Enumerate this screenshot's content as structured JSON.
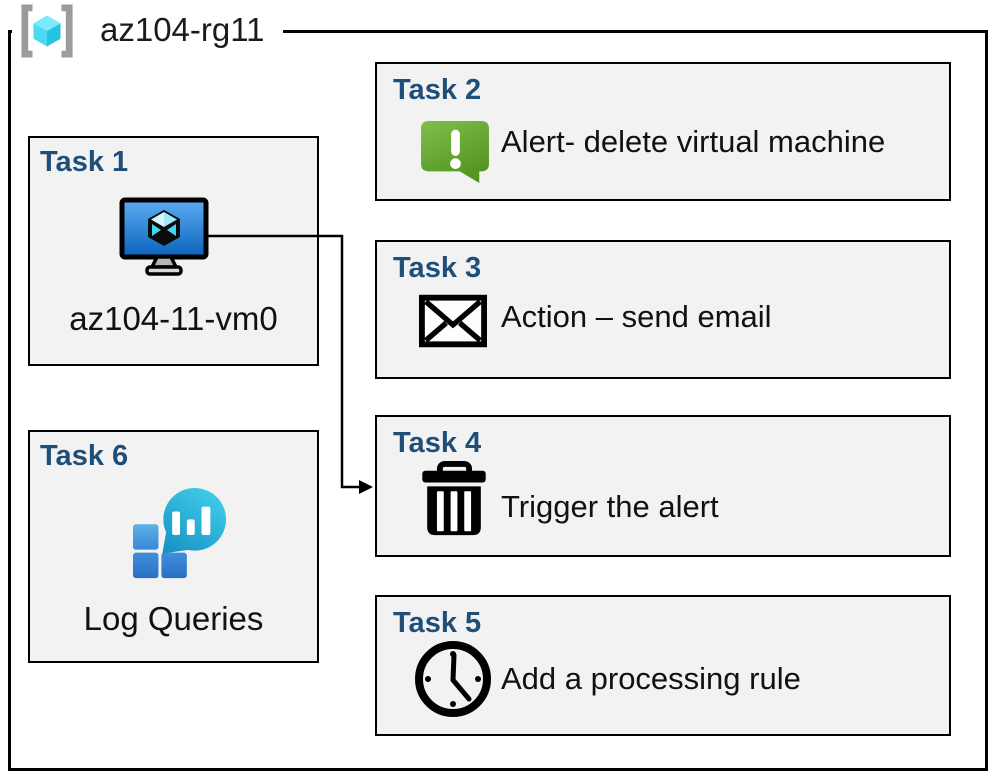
{
  "title": "az104-rg11",
  "tasks": [
    {
      "header": "Task 1",
      "label": "az104-11-vm0",
      "icon": "virtual-machine-icon"
    },
    {
      "header": "Task 2",
      "label": "Alert- delete virtual machine",
      "icon": "alert-message-icon"
    },
    {
      "header": "Task 3",
      "label": "Action – send email",
      "icon": "email-envelope-icon"
    },
    {
      "header": "Task 4",
      "label": "Trigger the alert",
      "icon": "trash-icon"
    },
    {
      "header": "Task 5",
      "label": "Add a processing rule",
      "icon": "clock-icon"
    },
    {
      "header": "Task 6",
      "label": "Log Queries",
      "icon": "log-analytics-icon"
    }
  ],
  "connector": {
    "from": "Task 1",
    "to": "Task 4"
  },
  "colors": {
    "task_header_blue": "#1f4e79",
    "box_fill": "#f2f2f2",
    "box_border": "#000000",
    "alert_green": "#6ab12f",
    "vm_screen_blue": "#1670c8",
    "cube_cyan": "#50e6ff",
    "log_teal": "#29b1d8",
    "log_square_blue": "#3282d6",
    "bracket_gray": "#9c9c9c"
  }
}
